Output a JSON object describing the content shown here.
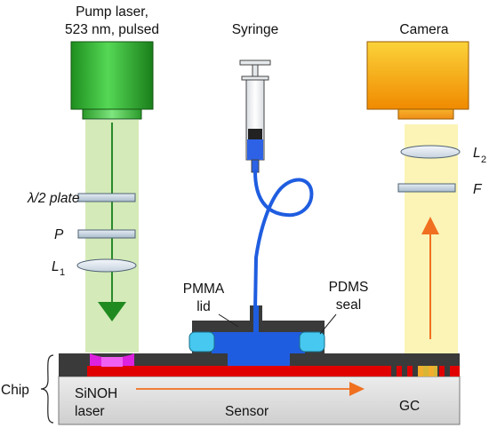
{
  "labels": {
    "pump_laser_line1": "Pump laser,",
    "pump_laser_line2": "523 nm, pulsed",
    "syringe": "Syringe",
    "camera": "Camera",
    "half_wave_plate": "λ/2 plate",
    "polarizer": "P",
    "lens1": "L",
    "lens1_sub": "1",
    "lens2": "L",
    "lens2_sub": "2",
    "filter": "F",
    "pmma_line1": "PMMA",
    "pmma_line2": "lid",
    "pdms_line1": "PDMS",
    "pdms_line2": "seal",
    "chip": "Chip",
    "sinoh_line1": "SiNOH",
    "sinoh_line2": "laser",
    "sensor": "Sensor",
    "gc": "GC"
  },
  "colors": {
    "pump_laser": "#22aa22",
    "pump_beam": "#cfe8b0",
    "camera": "#f7a400",
    "camera_beam": "#fbf3b2",
    "tubing": "#1f5de0",
    "waveguide": "#e00000",
    "substrate": "#dcdcdc",
    "cover_layer": "#3a3a3a",
    "seal": "#46c8f0",
    "laser_spot": "#dd22dd",
    "signal_arrow": "#f07020"
  }
}
